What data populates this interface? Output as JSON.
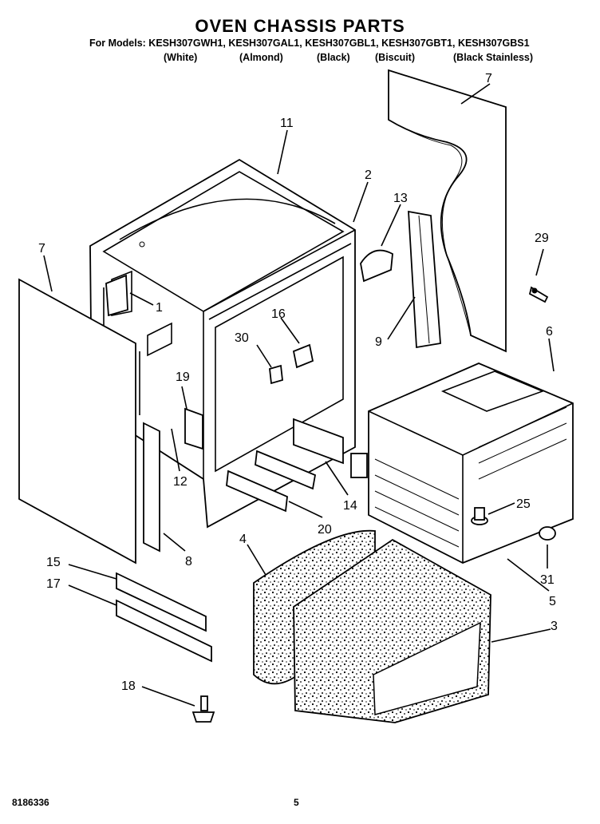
{
  "header": {
    "title": "OVEN CHASSIS PARTS",
    "models_line": "For Models: KESH307GWH1, KESH307GAL1, KESH307GBL1, KESH307GBT1, KESH307GBS1",
    "colors": [
      "(White)",
      "(Almond)",
      "(Black)",
      "(Biscuit)",
      "(Black Stainless)"
    ]
  },
  "callouts": [
    "7",
    "11",
    "2",
    "13",
    "29",
    "7",
    "1",
    "16",
    "30",
    "9",
    "6",
    "19",
    "12",
    "14",
    "25",
    "20",
    "8",
    "4",
    "15",
    "17",
    "31",
    "5",
    "3",
    "18"
  ],
  "footer": {
    "doc_number": "8186336",
    "page_number": "5"
  }
}
